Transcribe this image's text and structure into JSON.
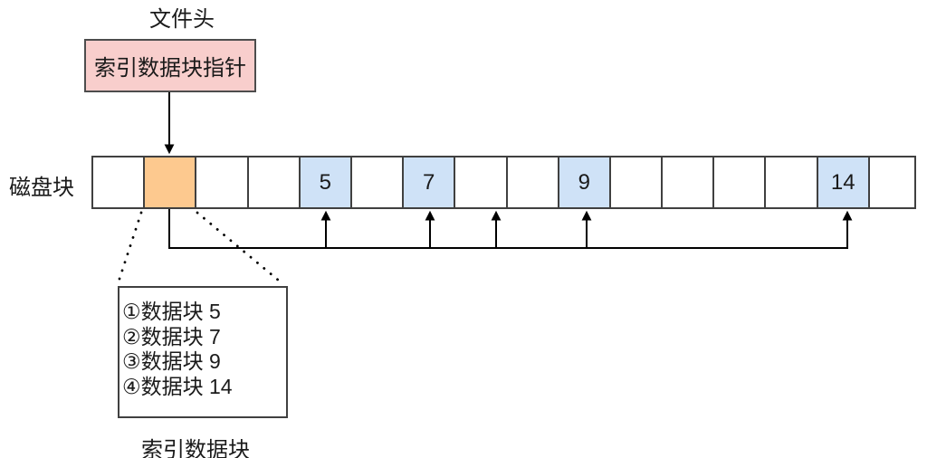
{
  "diagram": {
    "file_header_label": "文件头",
    "index_pointer_label": "索引数据块指针",
    "disk_row_label": "磁盘块",
    "index_block_caption": "索引数据块",
    "disk_blocks": [
      {
        "label": "",
        "type": "empty"
      },
      {
        "label": "",
        "type": "index"
      },
      {
        "label": "",
        "type": "empty"
      },
      {
        "label": "",
        "type": "empty"
      },
      {
        "label": "5",
        "type": "data"
      },
      {
        "label": "",
        "type": "empty"
      },
      {
        "label": "7",
        "type": "data"
      },
      {
        "label": "",
        "type": "empty"
      },
      {
        "label": "",
        "type": "empty"
      },
      {
        "label": "9",
        "type": "data"
      },
      {
        "label": "",
        "type": "empty"
      },
      {
        "label": "",
        "type": "empty"
      },
      {
        "label": "",
        "type": "empty"
      },
      {
        "label": "",
        "type": "empty"
      },
      {
        "label": "14",
        "type": "data"
      },
      {
        "label": "",
        "type": "empty"
      }
    ],
    "index_entries": [
      "①数据块 5",
      "②数据块 7",
      "③数据块 9",
      "④数据块 14"
    ],
    "colors": {
      "pink_fill": "#F8CECC",
      "pink_border": "#4D4D4D",
      "orange_fill": "#FDC98F",
      "blue_fill": "#CFE2F7",
      "cell_border": "#404040",
      "line_color": "#000000",
      "text_color": "#1A1A1A"
    }
  }
}
